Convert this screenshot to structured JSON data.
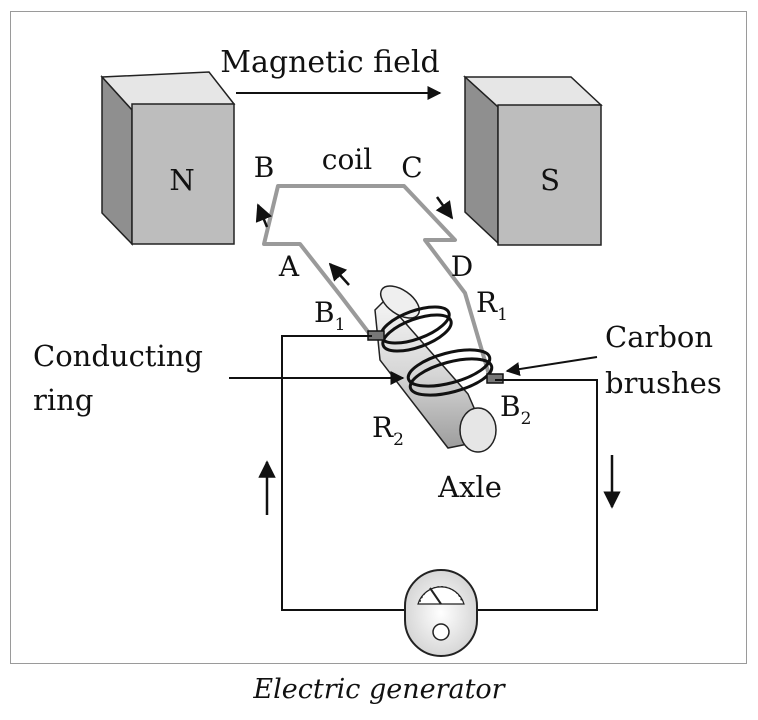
{
  "caption": "Electric generator",
  "labels": {
    "magnetic_field": "Magnetic field",
    "north_pole": "N",
    "south_pole": "S",
    "coil": "coil",
    "corner_a": "A",
    "corner_b": "B",
    "corner_c": "C",
    "corner_d": "D",
    "ring_1": "R",
    "ring_1_sub": "1",
    "ring_2": "R",
    "ring_2_sub": "2",
    "brush_1": "B",
    "brush_1_sub": "1",
    "brush_2": "B",
    "brush_2_sub": "2",
    "conducting_ring_line1": "Conducting",
    "conducting_ring_line2": "ring",
    "carbon_brushes_line1": "Carbon",
    "carbon_brushes_line2": "brushes",
    "axle": "Axle"
  },
  "colors": {
    "magnet_front": "#b9b9b9",
    "magnet_top": "#e6e6e6",
    "magnet_side": "#8f8f8f",
    "coil_wire": "#999999",
    "circuit_wire": "#111111",
    "axle": "#d9d9d9"
  }
}
